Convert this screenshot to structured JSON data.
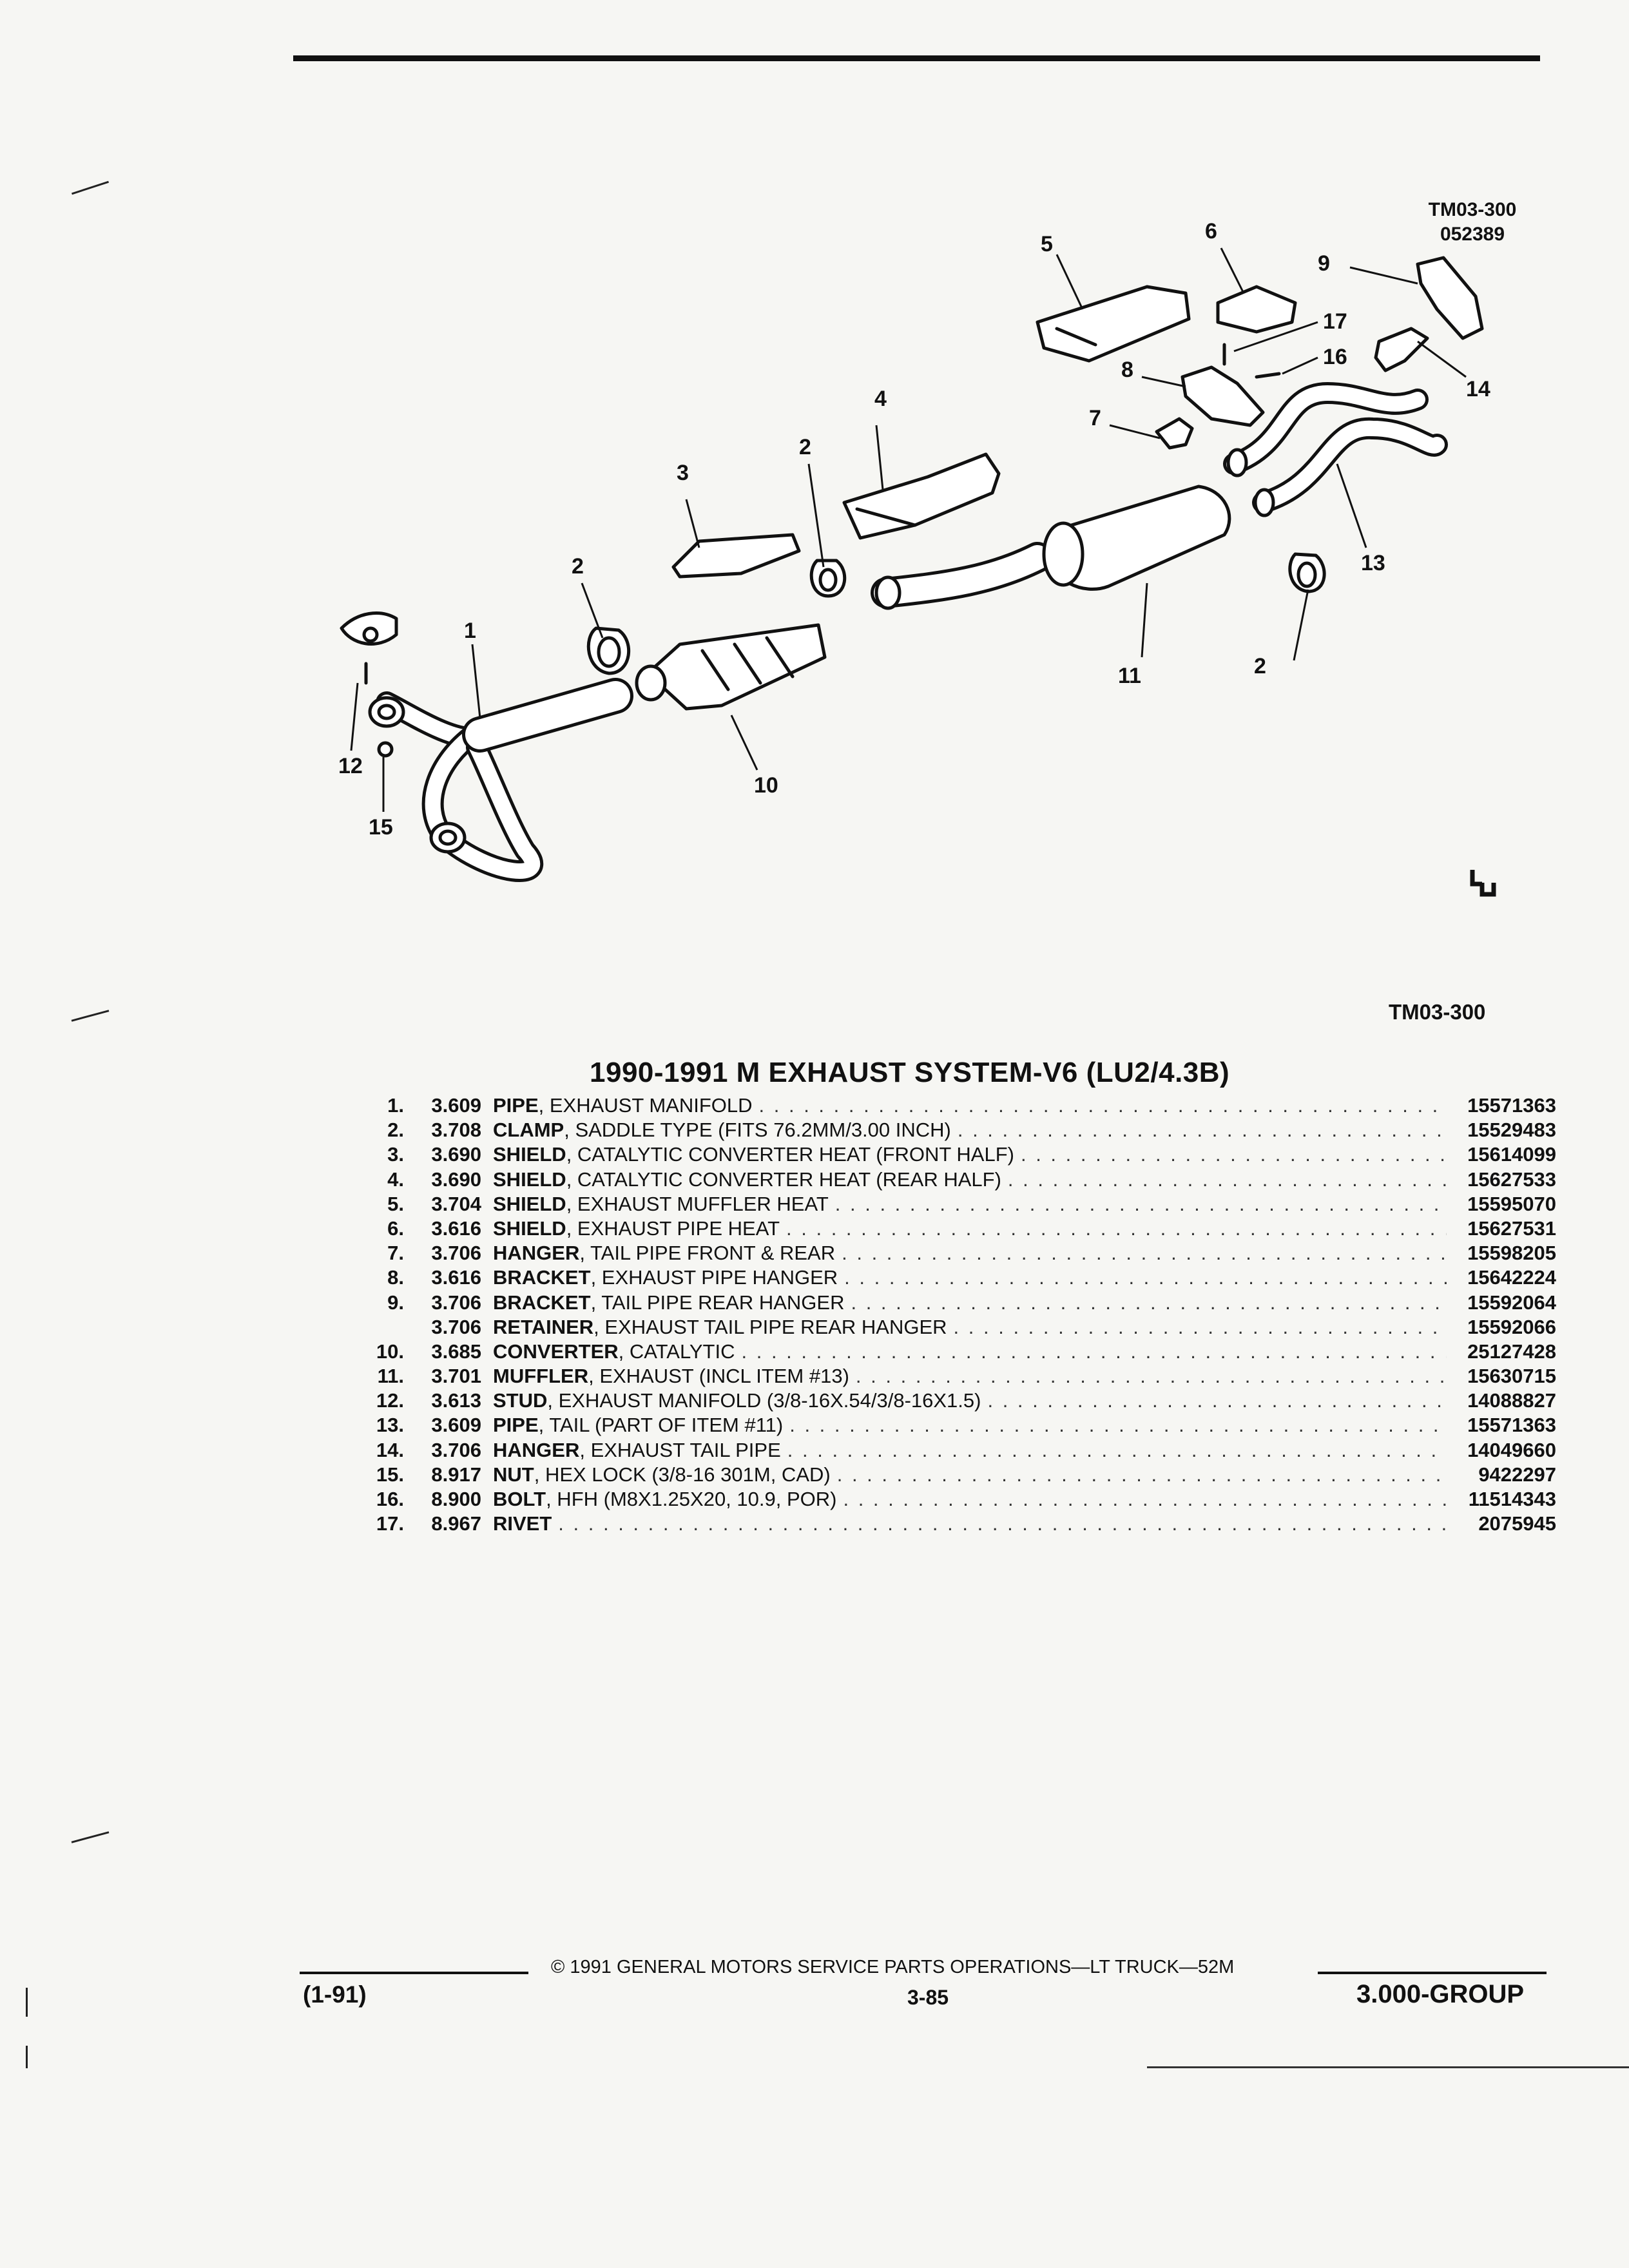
{
  "figure": {
    "id_top": "TM03-300",
    "id_code": "052389",
    "id_bottom": "TM03-300",
    "callouts": [
      "1",
      "2",
      "2",
      "2",
      "3",
      "4",
      "5",
      "6",
      "7",
      "8",
      "9",
      "10",
      "11",
      "12",
      "13",
      "14",
      "15",
      "16",
      "17"
    ]
  },
  "section": {
    "title": "1990-1991 M EXHAUST SYSTEM-V6 (LU2/4.3B)"
  },
  "parts": [
    {
      "no": "1.",
      "group": "3.609",
      "name": "PIPE",
      "desc": ", EXHAUST MANIFOLD",
      "part": "15571363"
    },
    {
      "no": "2.",
      "group": "3.708",
      "name": "CLAMP",
      "desc": ", SADDLE TYPE (FITS 76.2MM/3.00 INCH)",
      "part": "15529483"
    },
    {
      "no": "3.",
      "group": "3.690",
      "name": "SHIELD",
      "desc": ", CATALYTIC CONVERTER HEAT (FRONT HALF)",
      "part": "15614099"
    },
    {
      "no": "4.",
      "group": "3.690",
      "name": "SHIELD",
      "desc": ", CATALYTIC CONVERTER HEAT (REAR HALF)",
      "part": "15627533"
    },
    {
      "no": "5.",
      "group": "3.704",
      "name": "SHIELD",
      "desc": ", EXHAUST MUFFLER HEAT",
      "part": "15595070"
    },
    {
      "no": "6.",
      "group": "3.616",
      "name": "SHIELD",
      "desc": ", EXHAUST PIPE HEAT",
      "part": "15627531"
    },
    {
      "no": "7.",
      "group": "3.706",
      "name": "HANGER",
      "desc": ", TAIL PIPE FRONT & REAR",
      "part": "15598205"
    },
    {
      "no": "8.",
      "group": "3.616",
      "name": "BRACKET",
      "desc": ", EXHAUST PIPE HANGER",
      "part": "15642224"
    },
    {
      "no": "9.",
      "group": "3.706",
      "name": "BRACKET",
      "desc": ", TAIL PIPE REAR HANGER",
      "part": "15592064"
    },
    {
      "no": "",
      "group": "3.706",
      "name": "RETAINER",
      "desc": ", EXHAUST TAIL PIPE REAR HANGER",
      "part": "15592066"
    },
    {
      "no": "10.",
      "group": "3.685",
      "name": "CONVERTER",
      "desc": ", CATALYTIC",
      "part": "25127428"
    },
    {
      "no": "11.",
      "group": "3.701",
      "name": "MUFFLER",
      "desc": ", EXHAUST (INCL ITEM #13)",
      "part": "15630715"
    },
    {
      "no": "12.",
      "group": "3.613",
      "name": "STUD",
      "desc": ", EXHAUST MANIFOLD (3/8-16X.54/3/8-16X1.5)",
      "part": "14088827"
    },
    {
      "no": "13.",
      "group": "3.609",
      "name": "PIPE",
      "desc": ", TAIL (PART OF ITEM #11)",
      "part": "15571363"
    },
    {
      "no": "14.",
      "group": "3.706",
      "name": "HANGER",
      "desc": ", EXHAUST TAIL PIPE",
      "part": "14049660"
    },
    {
      "no": "15.",
      "group": "8.917",
      "name": "NUT",
      "desc": ", HEX LOCK (3/8-16 301M, CAD)",
      "part": "9422297"
    },
    {
      "no": "16.",
      "group": "8.900",
      "name": "BOLT",
      "desc": ", HFH (M8X1.25X20, 10.9, POR)",
      "part": "11514343"
    },
    {
      "no": "17.",
      "group": "8.967",
      "name": "RIVET",
      "desc": "",
      "part": "2075945"
    }
  ],
  "footer": {
    "copyright": "© 1991  GENERAL MOTORS SERVICE PARTS OPERATIONS—LT TRUCK—52M",
    "date": "(1-91)",
    "page": "3-85",
    "group": "3.000-GROUP"
  }
}
